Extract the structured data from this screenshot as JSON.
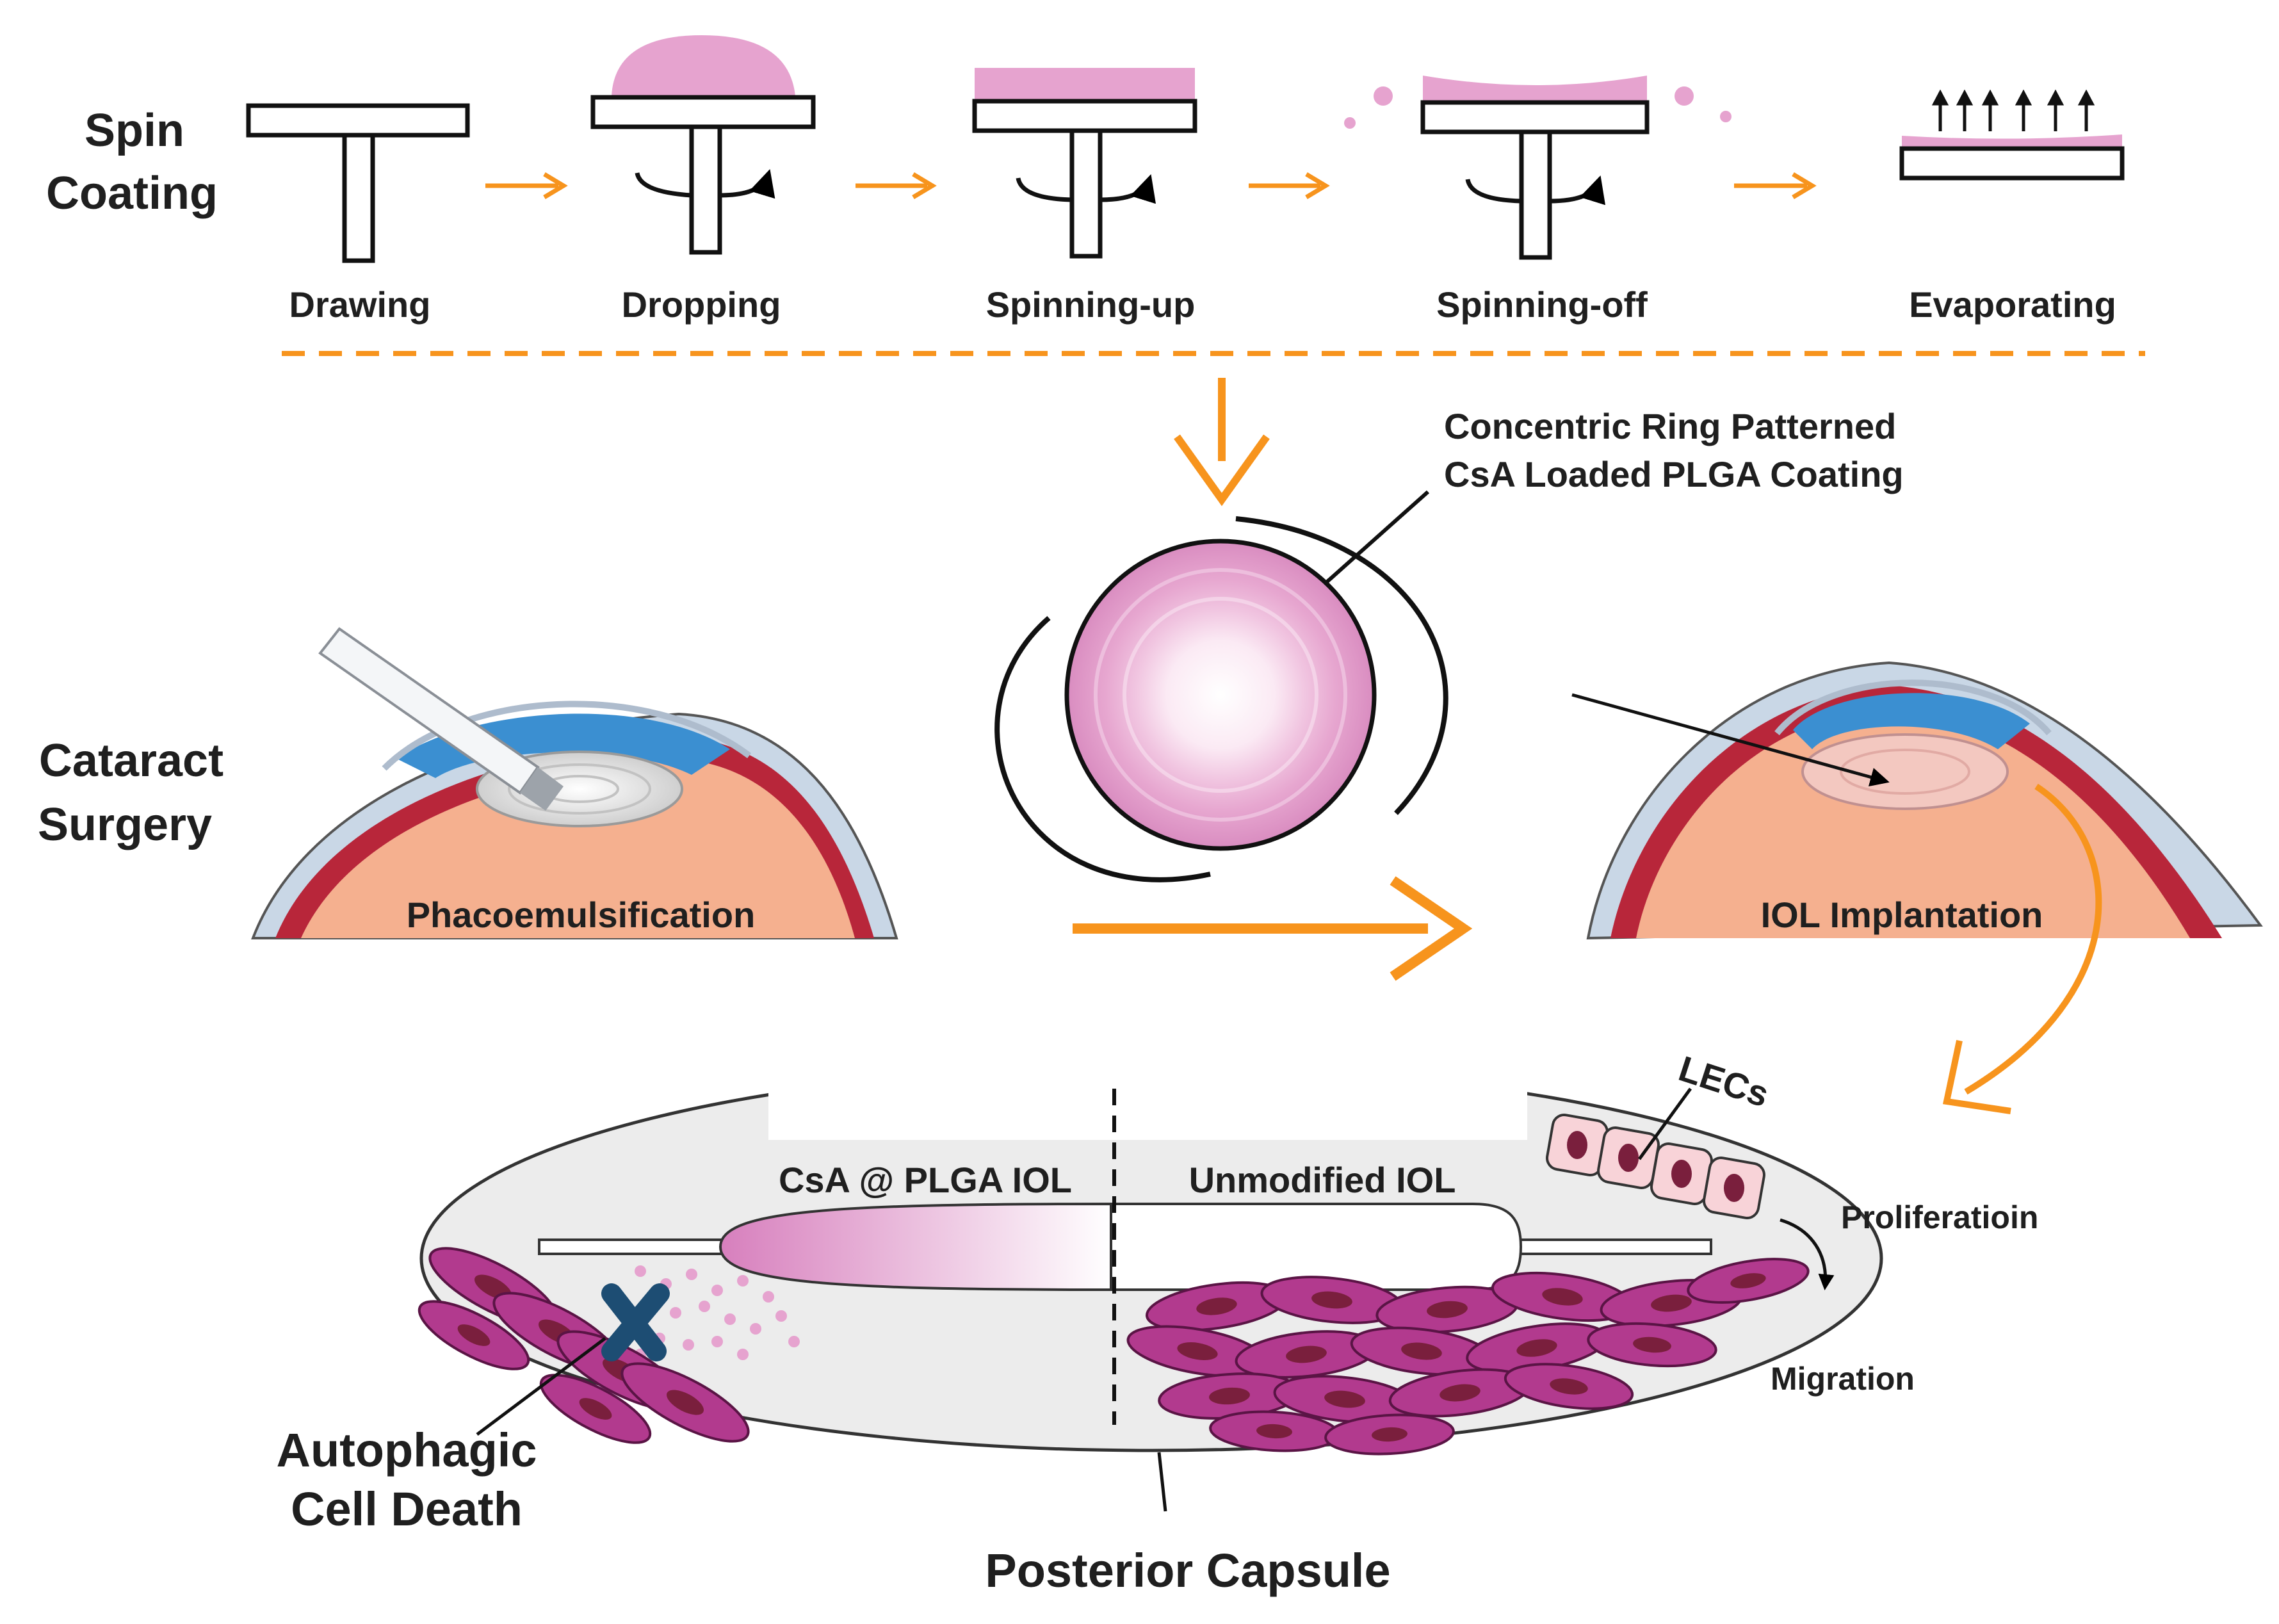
{
  "spin_coating": {
    "title_line1": "Spin",
    "title_line2": "Coating",
    "steps": [
      "Drawing",
      "Dropping",
      "Spinning-up",
      "Spinning-off",
      "Evaporating"
    ]
  },
  "coating_label": {
    "line1": "Concentric Ring Patterned",
    "line2": "CsA Loaded PLGA Coating"
  },
  "cataract_surgery": {
    "title_line1": "Cataract",
    "title_line2": "Surgery",
    "left_eye_label": "Phacoemulsification",
    "right_eye_label": "IOL Implantation"
  },
  "capsule": {
    "left_iol_label": "CsA @ PLGA IOL",
    "right_iol_label": "Unmodified IOL",
    "lecs_label": "LECs",
    "proliferation_label": "Proliferatioin",
    "migration_label": "Migration",
    "death_line1": "Autophagic",
    "death_line2": "Cell Death",
    "posterior_label": "Posterior Capsule"
  },
  "colors": {
    "arrow_orange": "#f7941d",
    "coating_pink": "#e6a3cf",
    "cell_magenta": "#b23a8e",
    "cell_nucleus": "#7a1f3d",
    "x_mark": "#1d4d73",
    "capsule_gray": "#ececec",
    "lens_peach": "#f5b08f",
    "sclera_red": "#b8263a",
    "iris_blue": "#3b8fd1"
  }
}
